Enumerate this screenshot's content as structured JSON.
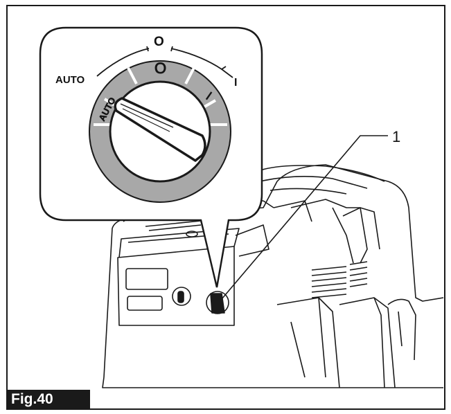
{
  "figure": {
    "label": "Fig.40",
    "callout_number": "1"
  },
  "dial": {
    "positions": [
      {
        "label": "AUTO",
        "ring_label": "AUTO"
      },
      {
        "label": "O",
        "ring_label": "O"
      },
      {
        "label": "I",
        "ring_label": "I"
      }
    ],
    "colors": {
      "ring_gray": "#a8a8a8",
      "outline": "#1a1a1a",
      "background": "#ffffff"
    }
  }
}
